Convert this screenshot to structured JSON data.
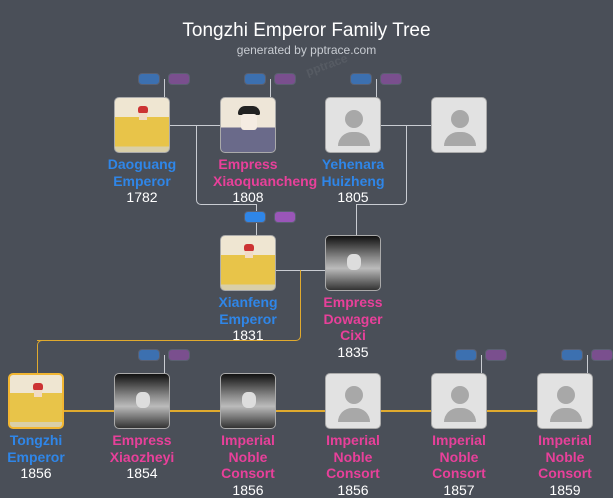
{
  "header": {
    "title": "Tongzhi Emperor Family Tree",
    "subtitle": "generated by pptrace.com",
    "watermark": "pptrace"
  },
  "colors": {
    "male": "#2f86e8",
    "female": "#e8409a",
    "selected_line": "#e0aa2e",
    "background": "#4a4f58"
  },
  "people": {
    "daoguang": {
      "name": "Daoguang Emperor",
      "year": "1782",
      "gender": "male"
    },
    "xiaoquancheng": {
      "name": "Empress Xiaoquancheng",
      "year": "1808",
      "gender": "female"
    },
    "yehenara": {
      "name": "Yehenara Huizheng",
      "year": "1805",
      "gender": "male"
    },
    "unknown_spouse": {
      "gender": "unknown"
    },
    "xianfeng": {
      "name": "Xianfeng Emperor",
      "year": "1831",
      "gender": "male"
    },
    "cixi": {
      "name": "Empress Dowager Cixi",
      "year": "1835",
      "gender": "female"
    },
    "tongzhi": {
      "name": "Tongzhi Emperor",
      "year": "1856",
      "gender": "male",
      "selected": true
    },
    "xiaozheyi": {
      "name": "Empress Xiaozheyi",
      "year": "1854",
      "gender": "female"
    },
    "consort1": {
      "name": "Imperial Noble Consort",
      "year": "1856",
      "gender": "female"
    },
    "consort2": {
      "name": "Imperial Noble Consort",
      "year": "1856",
      "gender": "female"
    },
    "consort3": {
      "name": "Imperial Noble Consort",
      "year": "1857",
      "gender": "female"
    },
    "consort4": {
      "name": "Imperial Noble Consort",
      "year": "1859",
      "gender": "female"
    }
  }
}
